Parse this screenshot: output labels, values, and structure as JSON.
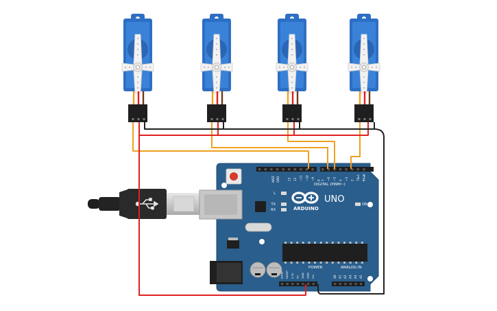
{
  "board": {
    "logo_text": "ARDUINO",
    "model": "UNO",
    "digital_label": "DIGITAL (PWM~)",
    "power_label": "POWER",
    "analog_label": "ANALOG IN",
    "on_label": "ON",
    "led_l": "L",
    "led_tx": "TX",
    "led_rx": "RX",
    "aref": "AREF",
    "gnd": "GND",
    "digital_pins": [
      "13",
      "12",
      "~11",
      "~10",
      "~9",
      "8",
      "7",
      "~6",
      "~5",
      "4",
      "~3",
      "2",
      "TX▸1",
      "RX◂0"
    ],
    "power_pins": [
      "IOREF",
      "RESET",
      "3.3V",
      "5V",
      "GND",
      "GND",
      "Vin"
    ],
    "analog_pins": [
      "A0",
      "A1",
      "A2",
      "A3",
      "A4",
      "A5"
    ]
  },
  "colors": {
    "board": "#2a5e8c",
    "servo": "#2d6fc4",
    "signal_wire": "#f0a020",
    "power_wire": "#e02020",
    "ground_wire": "#222222",
    "usb": "#2a2a2a"
  },
  "servos": [
    {
      "id": 1
    },
    {
      "id": 2
    },
    {
      "id": 3
    },
    {
      "id": 4
    }
  ]
}
